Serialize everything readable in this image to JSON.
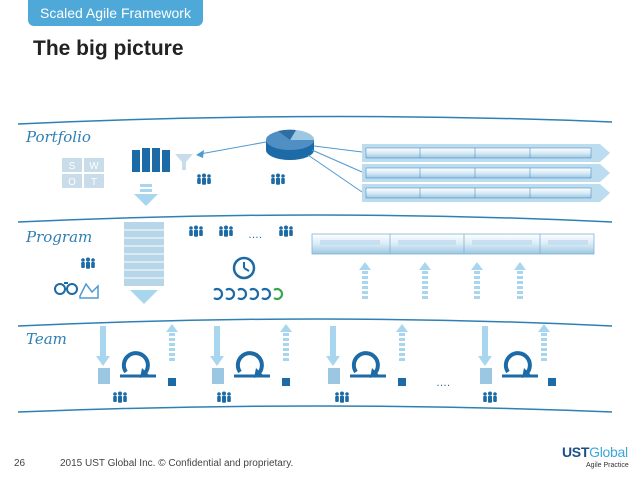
{
  "header": {
    "tag": "Scaled Agile Framework",
    "title": "The big picture"
  },
  "lanes": {
    "portfolio": "Portfolio",
    "program": "Program",
    "team": "Team"
  },
  "swot": [
    "S",
    "W",
    "O",
    "T"
  ],
  "ellipsis": "….",
  "footer": {
    "page": "26",
    "copyright": "2015 UST Global Inc. © Confidential and proprietary."
  },
  "logo": {
    "main": "UST",
    "accent": "Global",
    "sub": "Agile Practice"
  },
  "colors": {
    "accent": "#4fa9d8",
    "lane_line": "#2f7fb5",
    "arrow": "#a9d6ef",
    "dark": "#1c6aa6"
  }
}
